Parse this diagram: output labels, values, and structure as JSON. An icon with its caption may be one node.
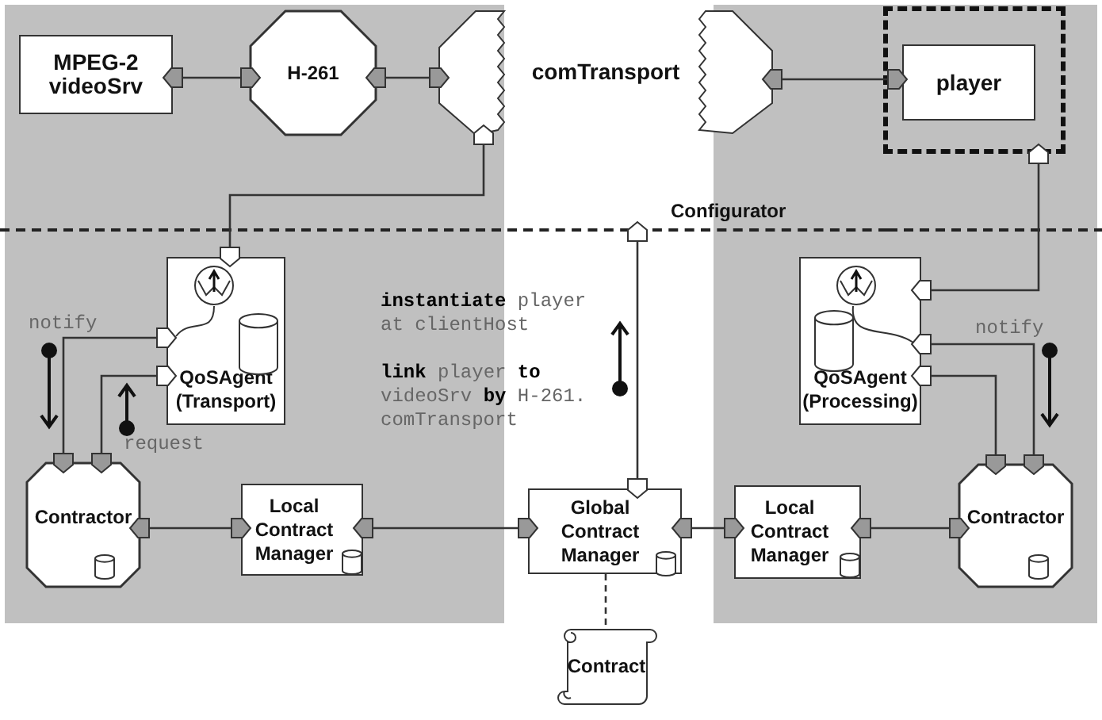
{
  "diagram": {
    "nodes": [
      {
        "text": [
          "MPEG-2 videoSrv"
        ]
      },
      {
        "text": [
          "H-261"
        ]
      },
      {
        "text": [
          "comTransport"
        ]
      },
      {
        "text": [],
        "shape": "box"
      },
      {
        "text": [
          "player"
        ],
        "in": 3
      },
      {
        "text": [
          "Configurator"
        ]
      },
      {
        "text": [
          "QoSAgent (Transport)"
        ]
      },
      {
        "text": [
          "QoSAgent (Processing)"
        ]
      },
      {
        "text": [
          "Contractor"
        ]
      },
      {
        "text": [
          "Local Contract Manager"
        ]
      },
      {
        "text": [
          "Global Contract Manager"
        ]
      },
      {
        "text": [
          "Local Contract Manager"
        ]
      },
      {
        "text": [
          "Contractor"
        ]
      },
      {
        "text": [
          "Contract"
        ]
      }
    ],
    "edges": [
      {
        "from": 1,
        "to": 0,
        "arrow": "both"
      },
      {
        "from": 2,
        "to": 1,
        "arrow": "both"
      },
      {
        "from": 2,
        "to": 4,
        "arrow": "both"
      },
      {
        "from": 2,
        "to": 6,
        "arrow": "both"
      },
      {
        "from": 3,
        "to": 7,
        "arrow": "both"
      },
      {
        "from": 8,
        "to": 6,
        "arrow": "both"
      },
      {
        "from": 8,
        "to": 6,
        "arrow": "both"
      },
      {
        "from": 8,
        "to": 9,
        "arrow": "both"
      },
      {
        "from": 9,
        "to": 10,
        "arrow": "both"
      },
      {
        "from": 10,
        "to": 5,
        "arrow": "both"
      },
      {
        "from": 10,
        "to": 11,
        "arrow": "both"
      },
      {
        "from": 11,
        "to": 12,
        "arrow": "both"
      },
      {
        "from": 7,
        "to": 12,
        "arrow": "both"
      },
      {
        "from": 7,
        "to": 12,
        "arrow": "both"
      },
      {
        "from": 10,
        "to": 13,
        "arrow": "none",
        "style": "dashed"
      }
    ],
    "labels": [
      "notify",
      "**instantiate** player at clientHost",
      "**link** player **to** videoSrv **by** H-261. comTransport",
      "request",
      "notify"
    ]
  }
}
